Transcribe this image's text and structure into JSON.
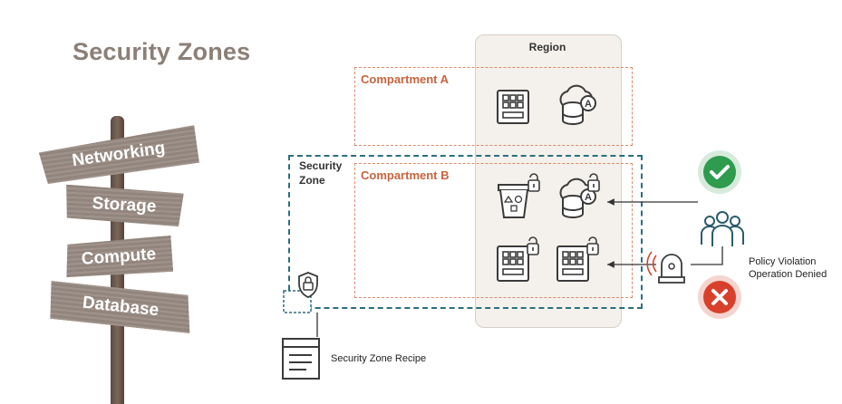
{
  "title": "Security Zones",
  "signs": [
    "Networking",
    "Storage",
    "Compute",
    "Database"
  ],
  "diagram": {
    "region_label": "Region",
    "compartment_a_label": "Compartment A",
    "compartment_b_label": "Compartment B",
    "security_zone_label_line1": "Security",
    "security_zone_label_line2": "Zone",
    "recipe_label": "Security Zone Recipe",
    "violation_line1": "Policy Violation",
    "violation_line2": "Operation Denied"
  },
  "colors": {
    "compartment": "#d98a6c",
    "zone_border": "#2b6f7f",
    "allowed": "#2e9b4e",
    "denied": "#d8402b"
  },
  "icons": [
    "compute-icon",
    "autonomous-db-icon",
    "bucket-icon",
    "lock-icon",
    "alarm-icon",
    "users-icon",
    "check-icon",
    "x-icon",
    "recipe-doc-icon"
  ]
}
